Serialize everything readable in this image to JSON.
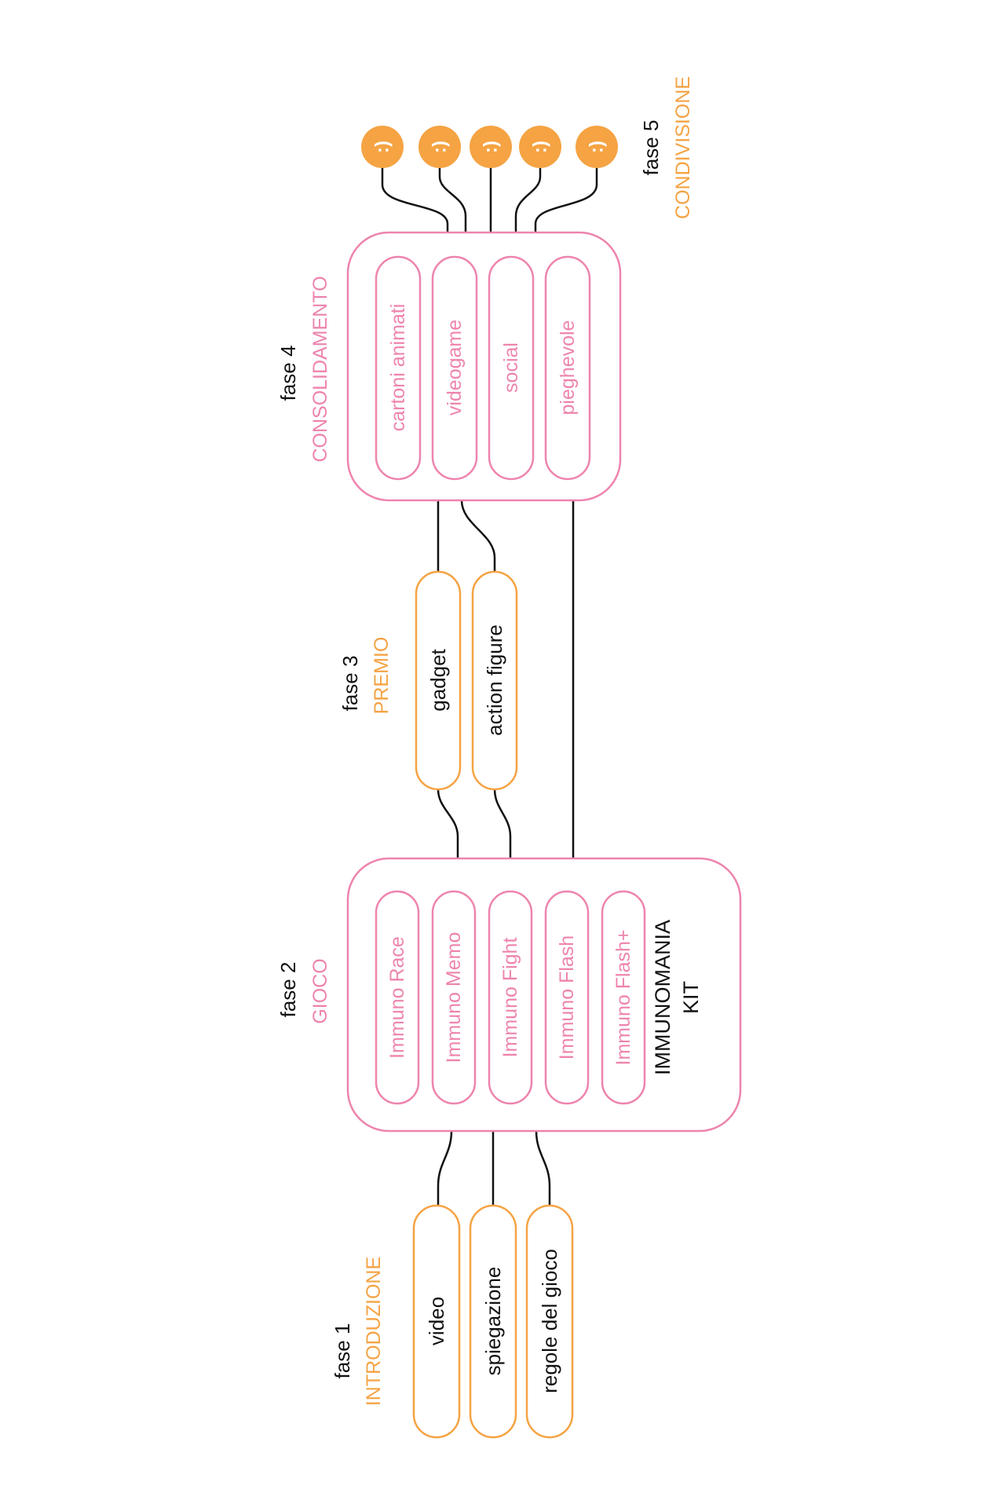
{
  "colors": {
    "orange": "#F5A343",
    "pink": "#EE84AE",
    "black": "#111111"
  },
  "phase1": {
    "num": "fase 1",
    "name": "INTRODUZIONE",
    "items": [
      "video",
      "spiegazione",
      "regole del gioco"
    ]
  },
  "phase2": {
    "num": "fase 2",
    "name": "GIOCO",
    "items": [
      "Immuno Race",
      "Immuno Memo",
      "Immuno Fight",
      "Immuno Flash",
      "Immuno Flash+"
    ],
    "kit_line1": "IMMUNOMANIA",
    "kit_line2": "KIT"
  },
  "phase3": {
    "num": "fase 3",
    "name": "PREMIO",
    "items": [
      "gadget",
      "action figure"
    ]
  },
  "phase4": {
    "num": "fase 4",
    "name": "CONSOLIDAMENTO",
    "items": [
      "cartoni animati",
      "videogame",
      "social",
      "pieghevole"
    ]
  },
  "phase5": {
    "num": "fase 5",
    "name": "CONDIVISIONE",
    "smiley": ":)",
    "smiley_count": 5
  }
}
